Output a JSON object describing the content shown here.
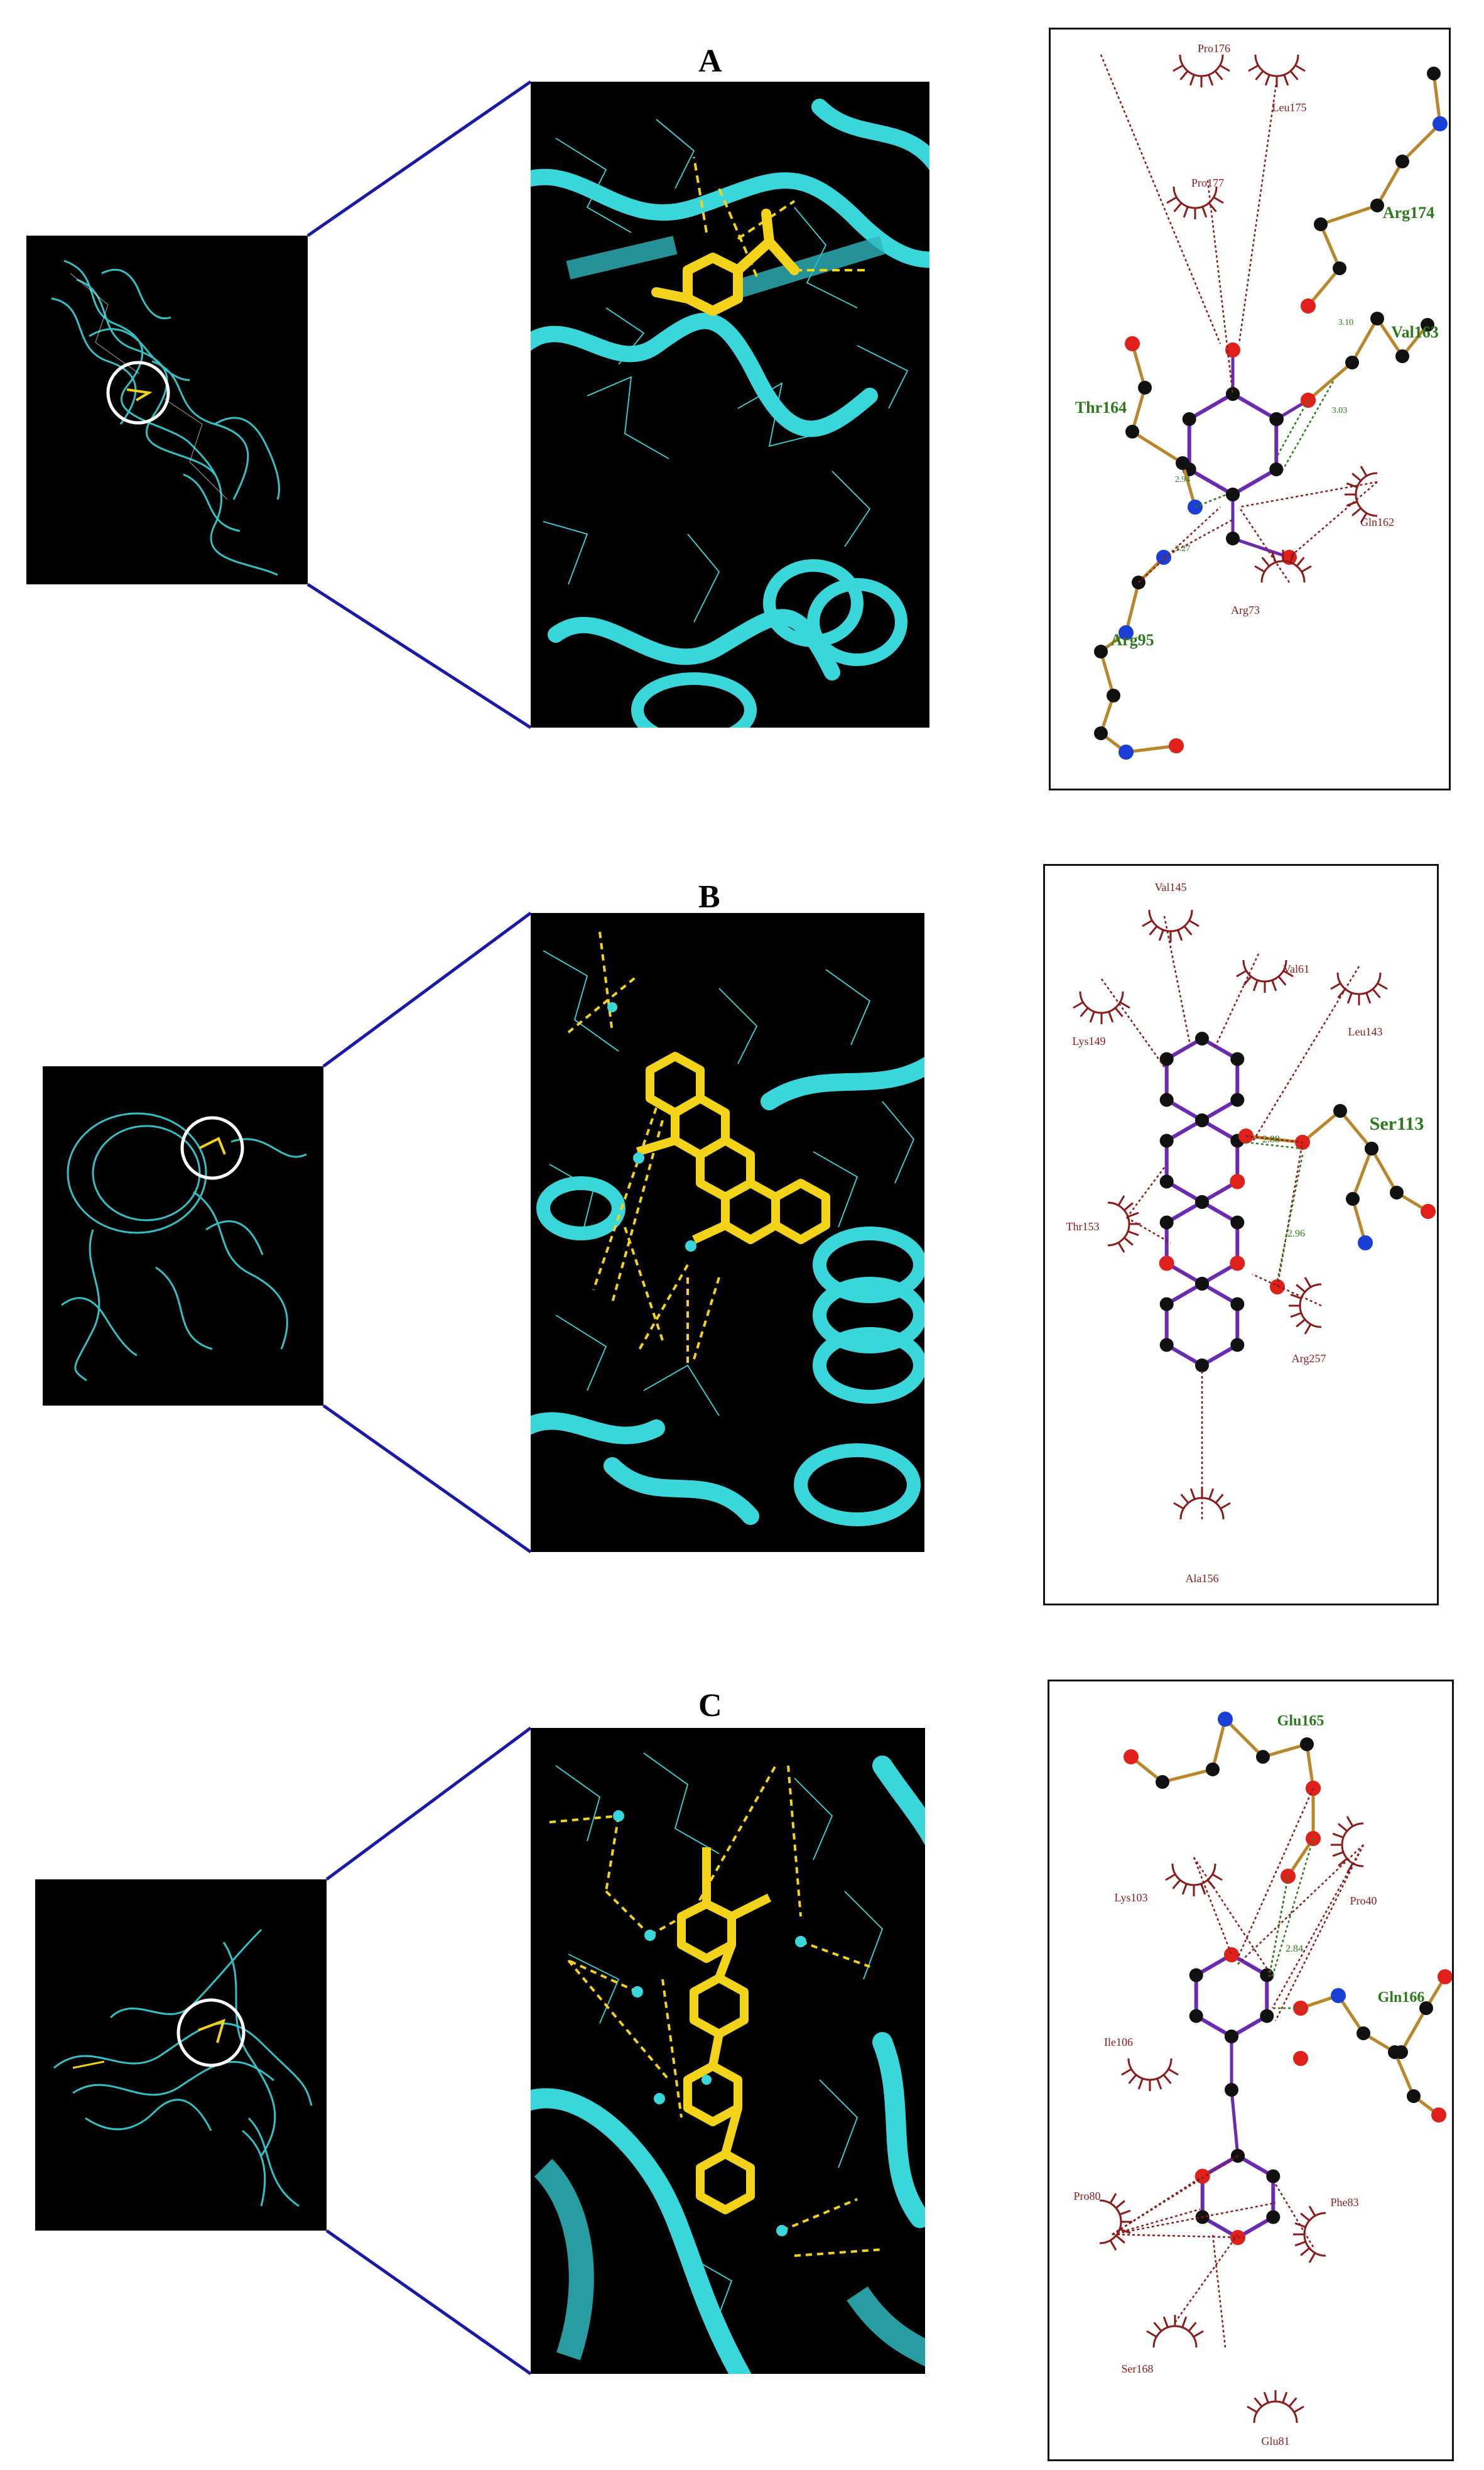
{
  "panels": [
    {
      "letter": "A",
      "residues": {
        "hbond": [
          "Arg174",
          "Val163",
          "Thr164",
          "Arg95"
        ],
        "hydrophobic": [
          "Pro176",
          "Leu175",
          "Pro177",
          "Gln162",
          "Arg73"
        ]
      },
      "distances": [
        "3.10",
        "3.03",
        "2.94",
        "3.27"
      ]
    },
    {
      "letter": "B",
      "residues": {
        "hbond": [
          "Ser113"
        ],
        "hydrophobic": [
          "Val145",
          "Val61",
          "Lys149",
          "Leu143",
          "Thr153",
          "Arg257",
          "Ala156"
        ]
      },
      "distances": [
        "2.88",
        "2.96"
      ]
    },
    {
      "letter": "C",
      "residues": {
        "hbond": [
          "Glu165",
          "Gln166"
        ],
        "hydrophobic": [
          "Lys103",
          "Pro40",
          "Ile106",
          "Pro80",
          "Phe83",
          "Ser168",
          "Glu81"
        ]
      },
      "distances": [
        "2.84"
      ]
    }
  ],
  "colors": {
    "cartoon": "#39d6dc",
    "ligand": "#f3d21a",
    "hbond_label": "#2d7a1c",
    "hydrophobic": "#8b1a1a",
    "connector": "#1a1aa6",
    "atom_c": "#111111",
    "atom_o": "#e0201a",
    "atom_n": "#1a3fd6",
    "bond_ligand": "#6a2bb0",
    "bond_residue": "#b8862b"
  }
}
